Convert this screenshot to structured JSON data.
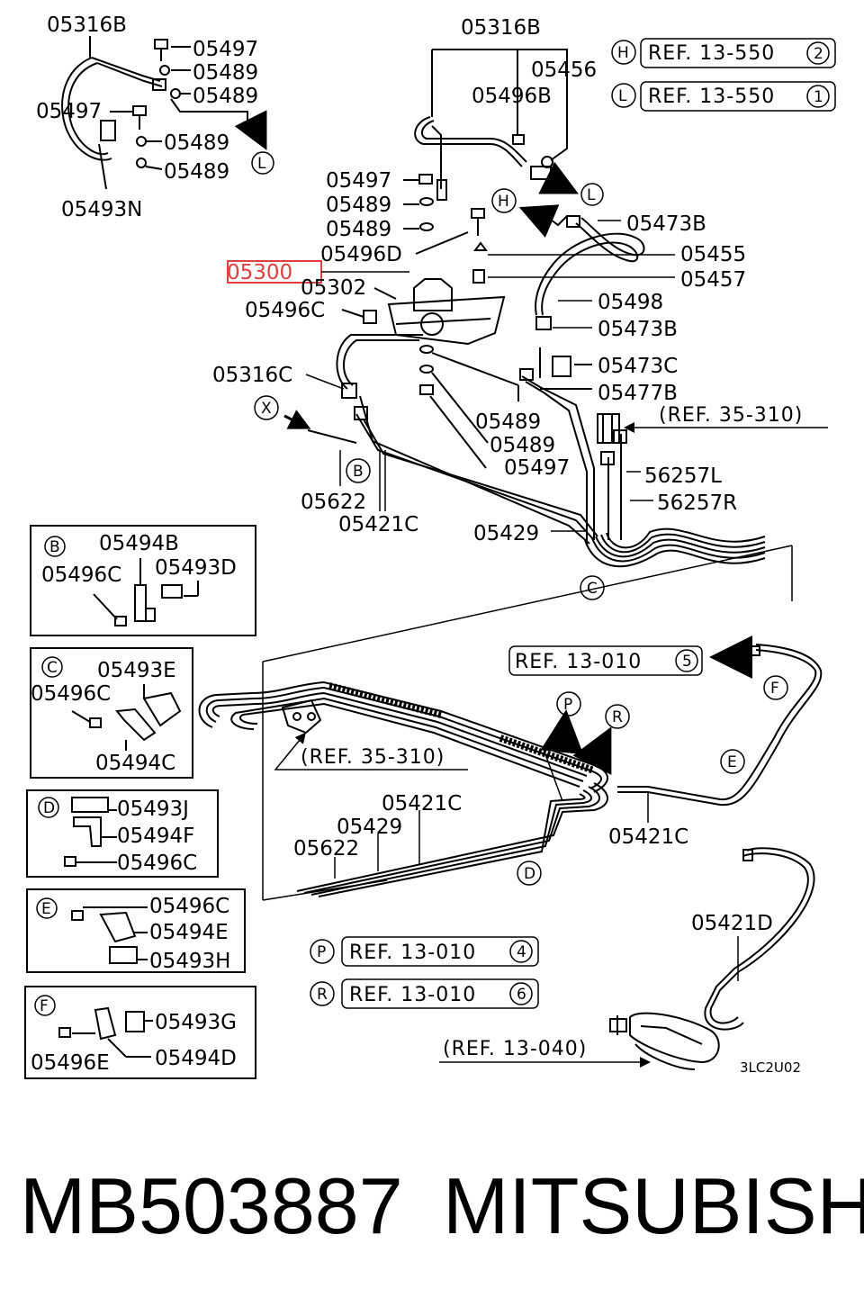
{
  "highlight_color": "#e04040",
  "labels": {
    "p05316B_a": "05316B",
    "p05497_a": "05497",
    "p05489_a": "05489",
    "p05489_b": "05489",
    "p05497_b": "05497",
    "p05489_c": "05489",
    "p05489_d": "05489",
    "p05493N": "05493N",
    "p05316B_b": "05316B",
    "p05456": "05456",
    "p05496B": "05496B",
    "p05497_c": "05497",
    "p05489_e": "05489",
    "p05489_f": "05489",
    "p05496D": "05496D",
    "p05300": "05300",
    "p05302": "05302",
    "p05496C_a": "05496C",
    "p05473B_a": "05473B",
    "p05455": "05455",
    "p05457": "05457",
    "p05498": "05498",
    "p05473B_b": "05473B",
    "p05473C": "05473C",
    "p05477B": "05477B",
    "p05316C": "05316C",
    "p05489_g": "05489",
    "p05489_h": "05489",
    "p05497_d": "05497",
    "p56257L": "56257L",
    "p56257R": "56257R",
    "p05622_a": "05622",
    "p05421C_a": "05421C",
    "p05429_a": "05429",
    "p05421C_b": "05421C",
    "p05429_b": "05429",
    "p05622_b": "05622",
    "p05421C_c": "05421C",
    "p05421D": "05421D",
    "b_05494B": "05494B",
    "b_05496C": "05496C",
    "b_05493D": "05493D",
    "c_05493E": "05493E",
    "c_05496C": "05496C",
    "c_05494C": "05494C",
    "d_05493J": "05493J",
    "d_05494F": "05494F",
    "d_05496C": "05496C",
    "e_05496C": "05496C",
    "e_05494E": "05494E",
    "e_05493H": "05493H",
    "f_05493G": "05493G",
    "f_05496E": "05496E",
    "f_05494D": "05494D"
  },
  "refs": {
    "h": "REF. 13-550",
    "h_num": "2",
    "l": "REF. 13-550",
    "l_num": "1",
    "r35_a": "(REF. 35-310)",
    "r35_b": "(REF. 35-310)",
    "r13_010_5": "REF. 13-010",
    "r13_010_5_num": "5",
    "p": "REF. 13-010",
    "p_num": "4",
    "r": "REF. 13-010",
    "r_num": "6",
    "r13_040": "(REF. 13-040)"
  },
  "circles": {
    "H": "H",
    "L": "L",
    "X": "X",
    "B": "B",
    "C": "C",
    "P": "P",
    "R": "R",
    "F": "F",
    "E": "E",
    "D": "D"
  },
  "diagram_code": "3LC2U02",
  "footer": {
    "part_number": "MB503887",
    "brand": "MITSUBISHI"
  }
}
